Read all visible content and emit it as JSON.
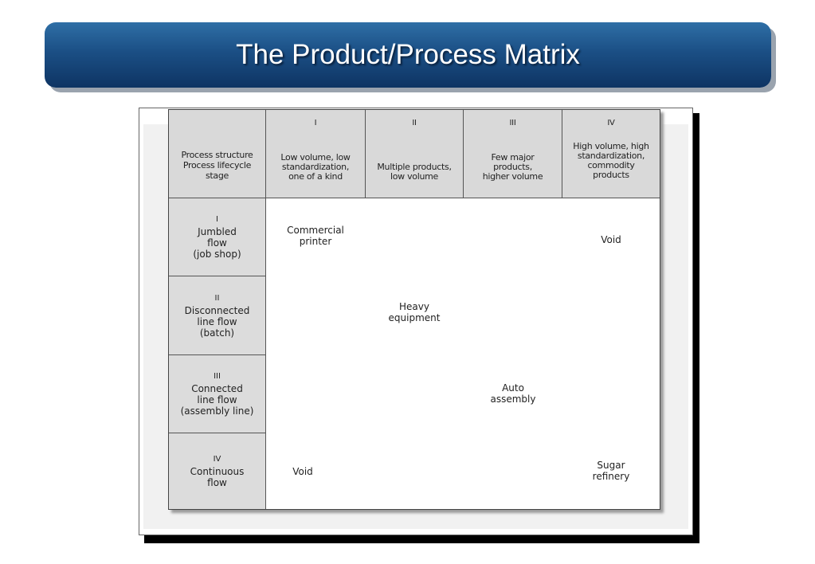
{
  "slide": {
    "title": "The Product/Process Matrix"
  },
  "matrix": {
    "corner": {
      "line1": "Process structure",
      "line2": "Process lifecycle",
      "line3": "stage"
    },
    "columns": [
      {
        "num": "I",
        "l1": "Low volume, low",
        "l2": "standardization,",
        "l3": "one of a kind",
        "l4": ""
      },
      {
        "num": "II",
        "l1": "",
        "l2": "Multiple products,",
        "l3": "low volume",
        "l4": ""
      },
      {
        "num": "III",
        "l1": "Few major",
        "l2": "products,",
        "l3": "higher volume",
        "l4": ""
      },
      {
        "num": "IV",
        "l1": "High volume, high",
        "l2": "standardization,",
        "l3": "commodity",
        "l4": "products"
      }
    ],
    "rows": [
      {
        "num": "I",
        "l1": "Jumbled",
        "l2": "flow",
        "l3": "(job shop)"
      },
      {
        "num": "II",
        "l1": "Disconnected",
        "l2": "line flow",
        "l3": "(batch)"
      },
      {
        "num": "III",
        "l1": "Connected",
        "l2": "line flow",
        "l3": "(assembly line)"
      },
      {
        "num": "IV",
        "l1": "Continuous",
        "l2": "flow",
        "l3": ""
      }
    ],
    "entries": [
      {
        "l1": "Commercial",
        "l2": "printer"
      },
      {
        "l1": "Void",
        "l2": ""
      },
      {
        "l1": "Heavy",
        "l2": "equipment"
      },
      {
        "l1": "Auto",
        "l2": "assembly"
      },
      {
        "l1": "Void",
        "l2": ""
      },
      {
        "l1": "Sugar",
        "l2": "refinery"
      }
    ]
  },
  "colors": {
    "title_bar": "#1b4f85",
    "header_fill": "#d9d9d9"
  }
}
